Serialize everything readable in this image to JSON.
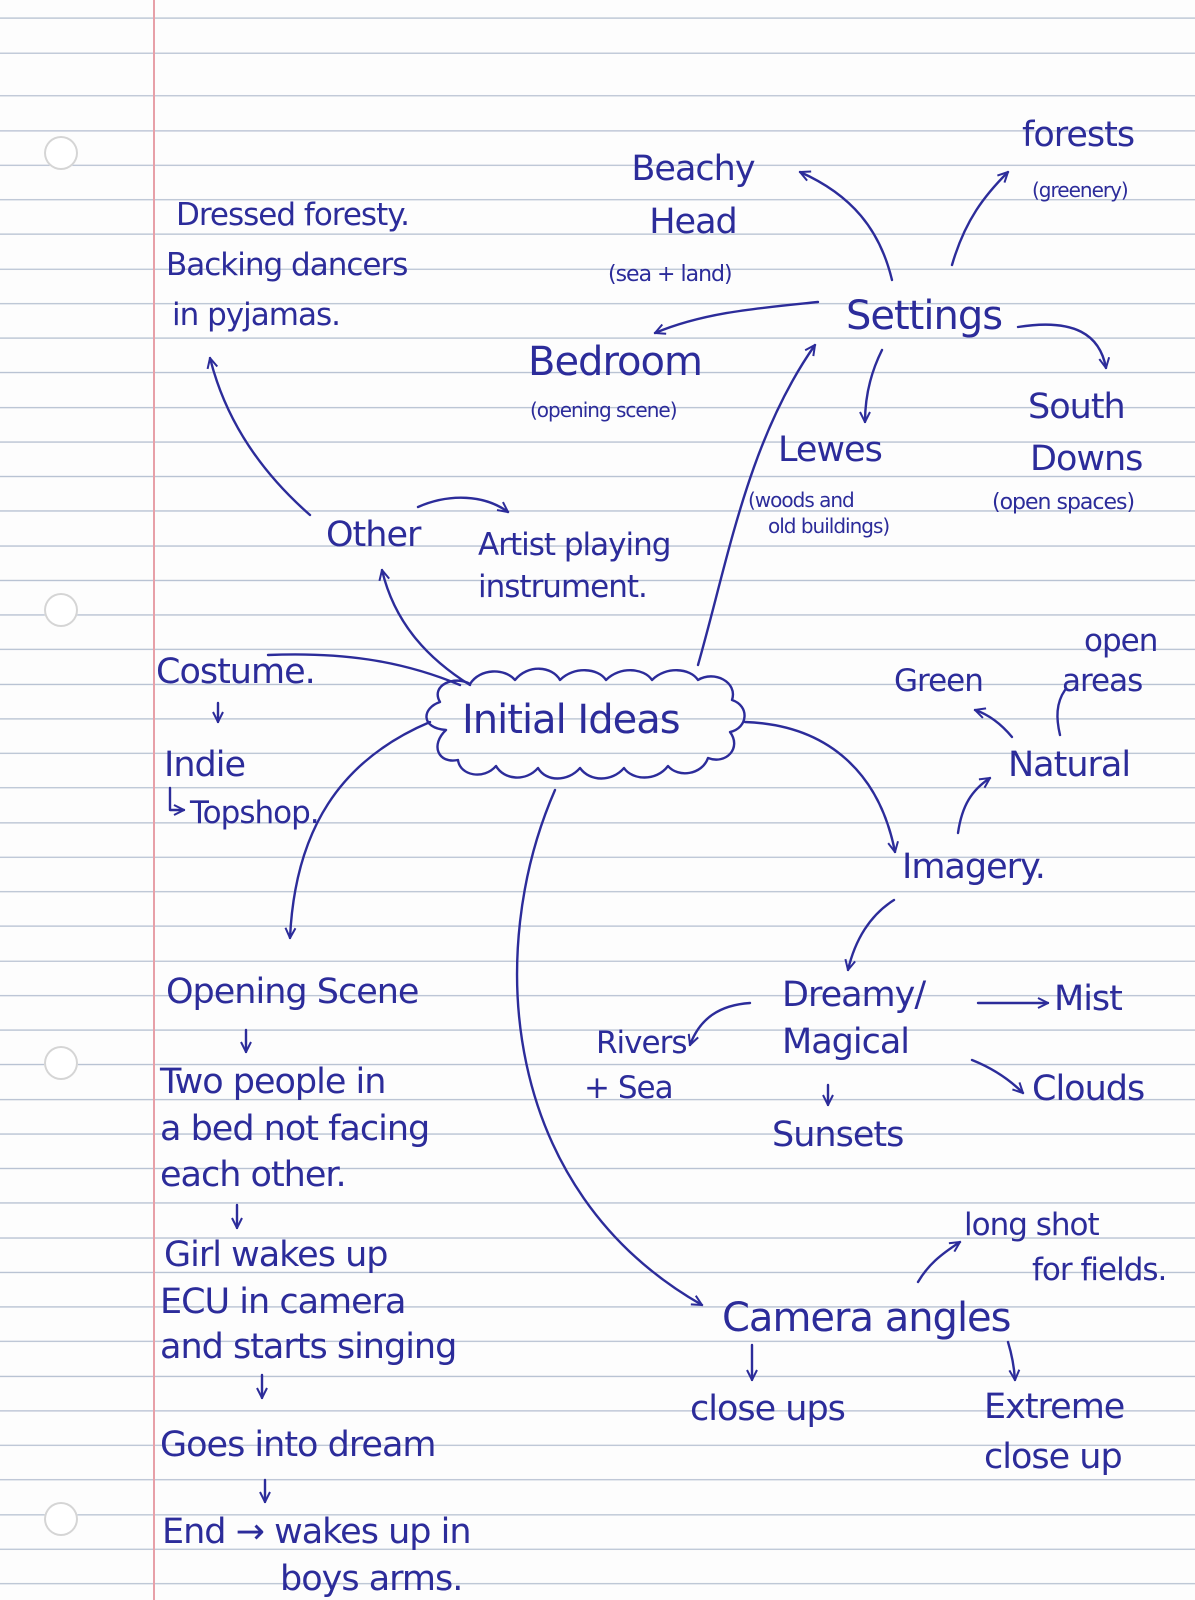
{
  "colors": {
    "ink": "#2c2c9a",
    "paper": "#fdfdfd",
    "rule": "#b9c3d3",
    "margin": "#e7a0a8"
  },
  "mindmap": {
    "center": "Initial Ideas",
    "settings": {
      "label": "Settings",
      "beachy_head": [
        "Beachy",
        "Head",
        "(sea + land)"
      ],
      "forests": [
        "forests",
        "(greenery)"
      ],
      "bedroom": [
        "Bedroom",
        "(opening scene)"
      ],
      "lewes": [
        "Lewes",
        "(woods and",
        "old buildings)"
      ],
      "south_downs": [
        "South",
        "Downs",
        "(open spaces)"
      ]
    },
    "other": {
      "label": "Other",
      "dressed": [
        "Dressed foresty.",
        "Backing dancers",
        "in pyjamas."
      ],
      "artist": [
        "Artist playing",
        "instrument."
      ]
    },
    "costume": {
      "label": "Costume.",
      "items": [
        "Indie",
        "Topshop."
      ]
    },
    "imagery": {
      "label": "Imagery.",
      "natural": {
        "label": "Natural",
        "items": [
          "Green",
          "open",
          "areas"
        ]
      },
      "dreamy": {
        "label": [
          "Dreamy/",
          "Magical"
        ],
        "mist": "Mist",
        "clouds": "Clouds",
        "rivers": [
          "Rivers",
          "+ Sea"
        ],
        "sunsets": "Sunsets"
      }
    },
    "camera": {
      "label": "Camera angles",
      "long_shot": [
        "long shot",
        "for fields."
      ],
      "close_ups": "close ups",
      "extreme": [
        "Extreme",
        "close up"
      ]
    },
    "opening": {
      "label": "Opening Scene",
      "steps": [
        [
          "Two people in",
          "a bed not facing",
          "each other."
        ],
        [
          "Girl wakes up",
          "ECU in camera",
          "and starts singing"
        ],
        [
          "Goes into dream"
        ],
        [
          "End → wakes up in",
          "boys arms."
        ]
      ]
    }
  }
}
